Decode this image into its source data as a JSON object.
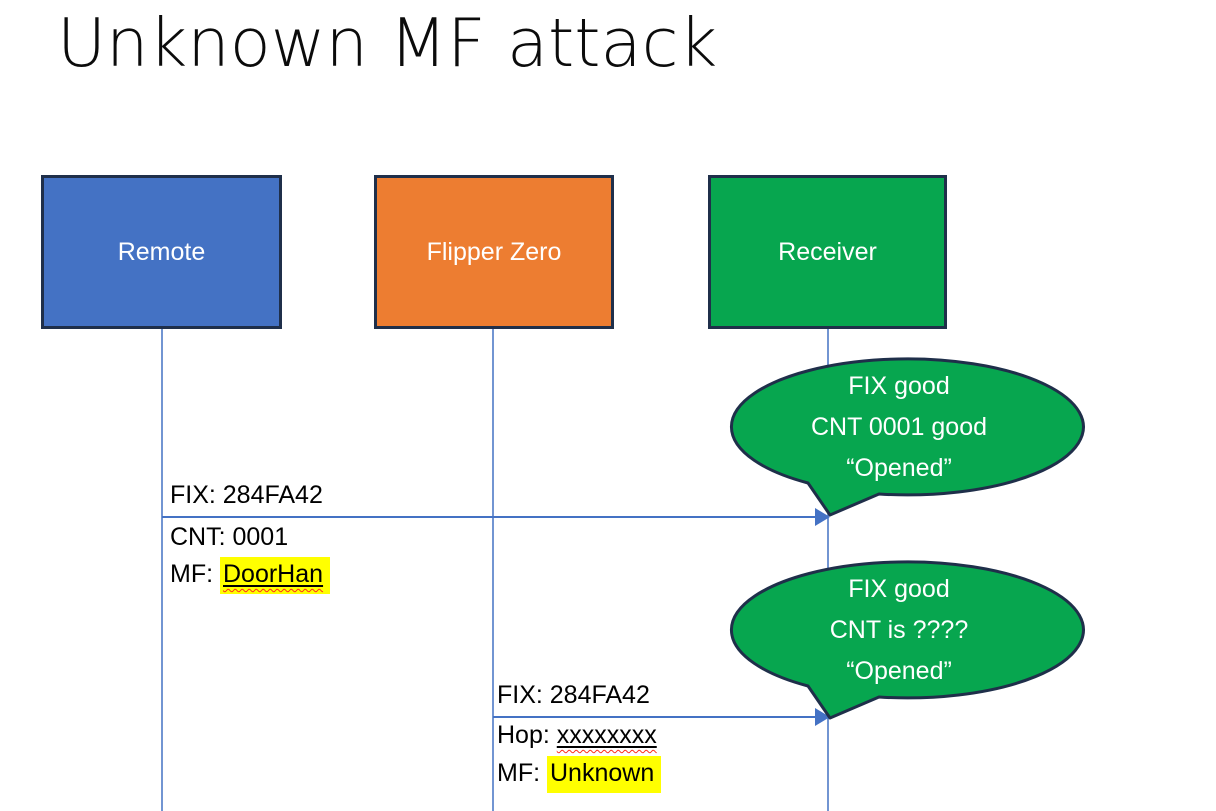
{
  "title": "Unknown MF attack",
  "colors": {
    "actor_blue": "#4472C4",
    "actor_orange": "#ED7D31",
    "actor_green": "#07A64F",
    "border_navy": "#1F2F4A",
    "line_blue": "#4472C4",
    "highlight_yellow": "#FFFF00",
    "squiggle_red": "#FF2A1A",
    "text_white": "#FFFFFF",
    "text_black": "#000000"
  },
  "actors": [
    {
      "label": "Remote"
    },
    {
      "label": "Flipper Zero"
    },
    {
      "label": "Receiver"
    }
  ],
  "messages": [
    {
      "fix": "FIX: 284FA42",
      "cnt": "CNT: 0001",
      "mf_prefix": "MF: ",
      "mf_value": "DoorHan"
    },
    {
      "fix": "FIX: 284FA42",
      "hop_prefix": "Hop: ",
      "hop_value": "xxxxxxxx",
      "mf_prefix": "MF: ",
      "mf_value": "Unknown"
    }
  ],
  "callouts": [
    {
      "lines": [
        "FIX good",
        "CNT 0001 good",
        "“Opened”"
      ]
    },
    {
      "lines": [
        "FIX good",
        "CNT is ????",
        "“Opened”"
      ]
    }
  ]
}
